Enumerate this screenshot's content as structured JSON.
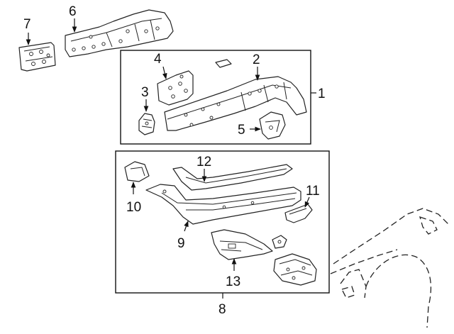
{
  "diagram": {
    "callouts": [
      {
        "id": "c1",
        "label": "1"
      },
      {
        "id": "c2",
        "label": "2"
      },
      {
        "id": "c3",
        "label": "3"
      },
      {
        "id": "c4",
        "label": "4"
      },
      {
        "id": "c5",
        "label": "5"
      },
      {
        "id": "c6",
        "label": "6"
      },
      {
        "id": "c7",
        "label": "7"
      },
      {
        "id": "c8",
        "label": "8"
      },
      {
        "id": "c9",
        "label": "9"
      },
      {
        "id": "c10",
        "label": "10"
      },
      {
        "id": "c11",
        "label": "11"
      },
      {
        "id": "c12",
        "label": "12"
      },
      {
        "id": "c13",
        "label": "13"
      }
    ],
    "colors": {
      "line": "#222222",
      "background": "#ffffff"
    }
  }
}
